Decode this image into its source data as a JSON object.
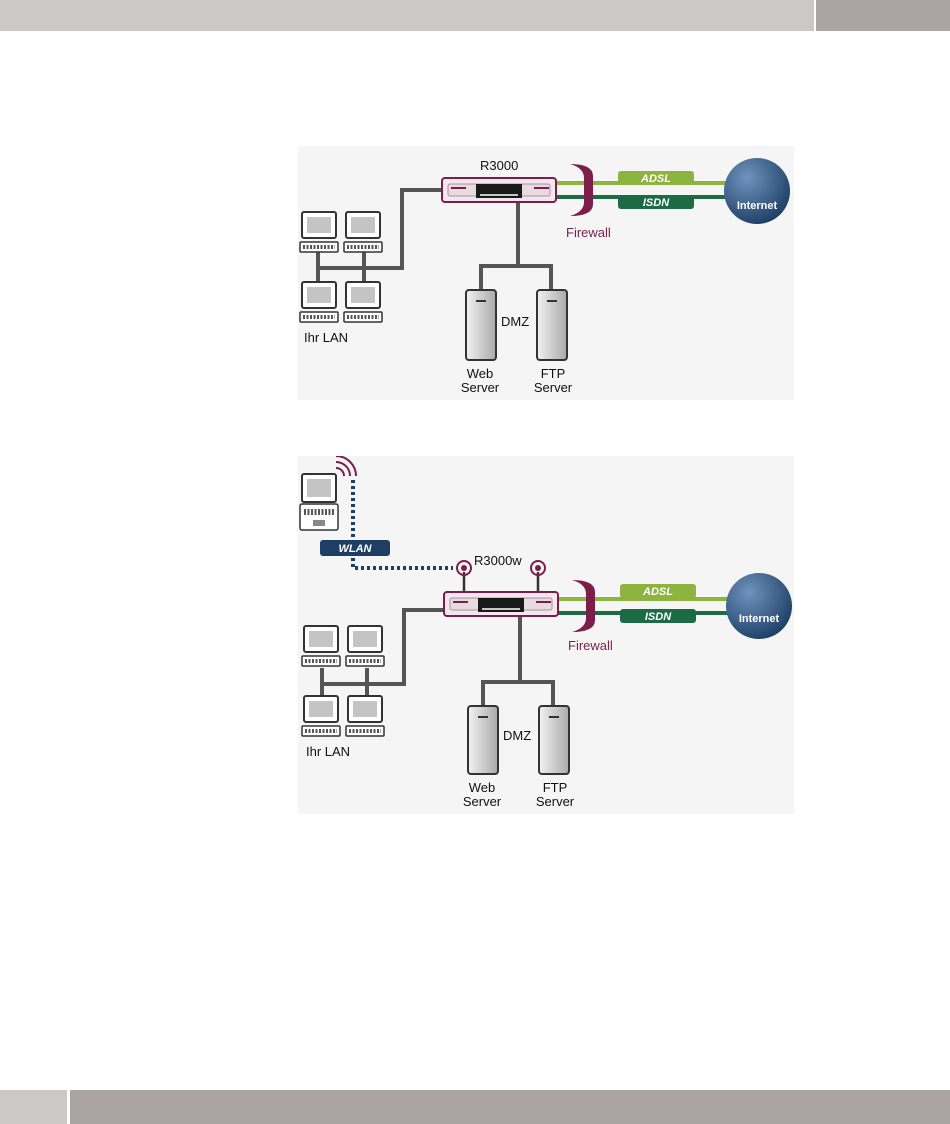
{
  "diagram1": {
    "router": "R3000",
    "firewall": "Firewall",
    "links": {
      "adsl": "ADSL",
      "isdn": "ISDN"
    },
    "internet": "Internet",
    "dmz": "DMZ",
    "lan": "Ihr LAN",
    "servers": [
      {
        "line1": "Web",
        "line2": "Server"
      },
      {
        "line1": "FTP",
        "line2": "Server"
      }
    ]
  },
  "diagram2": {
    "router": "R3000w",
    "wlan": "WLAN",
    "firewall": "Firewall",
    "links": {
      "adsl": "ADSL",
      "isdn": "ISDN"
    },
    "internet": "Internet",
    "dmz": "DMZ",
    "lan": "Ihr LAN",
    "servers": [
      {
        "line1": "Web",
        "line2": "Server"
      },
      {
        "line1": "FTP",
        "line2": "Server"
      }
    ]
  },
  "colors": {
    "router": "#7b1e4a",
    "adsl": "#8db43e",
    "isdn": "#1d6b45",
    "internet": "#1d3f66",
    "wlan": "#1d3f66",
    "cable": "#555555"
  }
}
